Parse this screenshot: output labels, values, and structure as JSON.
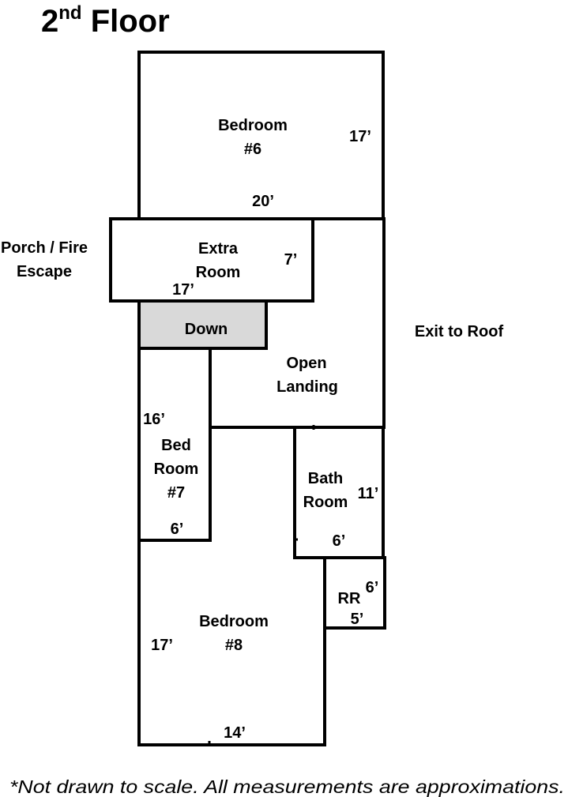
{
  "title": {
    "text": "2",
    "sup": "nd",
    "rest": " Floor"
  },
  "rooms": {
    "bedroom6": {
      "line1": "Bedroom",
      "line2": "#6",
      "dim_side": "17’",
      "dim_bottom": "20’"
    },
    "extra": {
      "line1": "Extra",
      "line2": "Room",
      "dim_side": "7’",
      "dim_bottom": "17’"
    },
    "down": {
      "label": "Down",
      "fill": "#d9d9d9"
    },
    "landing": {
      "line1": "Open",
      "line2": "Landing"
    },
    "bedroom7": {
      "line1": "Bed",
      "line2": "Room",
      "line3": "#7",
      "dim_side": "16’",
      "dim_bottom": "6’"
    },
    "bath": {
      "line1": "Bath",
      "line2": "Room",
      "dim_side": "11’",
      "dim_bottom": "6’"
    },
    "rr": {
      "label": "RR",
      "dim_side": "6’",
      "dim_bottom": "5’"
    },
    "bedroom8": {
      "line1": "Bedroom",
      "line2": "#8",
      "dim_side": "17’",
      "dim_bottom": "14’"
    }
  },
  "outside": {
    "porch": {
      "line1": "Porch / Fire",
      "line2": "Escape"
    },
    "roof": "Exit to Roof"
  },
  "footnote": "*Not drawn to scale.  All measurements are approximations."
}
